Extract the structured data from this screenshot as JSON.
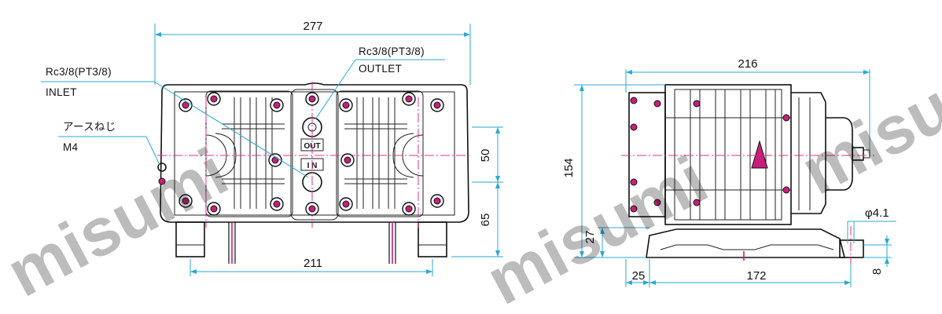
{
  "front_view": {
    "dim_width": "277",
    "dim_outlet_spacing": "50",
    "dim_lower": "65",
    "dim_foot_spacing": "211",
    "outlet_label": "Rc3/8(PT3/8)",
    "outlet_name": "OUTLET",
    "inlet_label": "Rc3/8(PT3/8)",
    "inlet_name": "INLET",
    "ground_screw_label": "アースねじ",
    "ground_screw_size": "M4",
    "port_out_text": "OUT",
    "port_in_text": "I N"
  },
  "side_view": {
    "dim_width": "216",
    "dim_height": "154",
    "dim_base_height": "27",
    "dim_foot_offset": "25",
    "dim_base_length": "172",
    "dim_hole": "φ4.1",
    "dim_foot_thickness": "8"
  },
  "watermark_text": "misumi",
  "colors": {
    "dimension_line": "#29a9d6",
    "center_line": "#e0328c",
    "outline": "#111111",
    "bolt_core": "#c81f7a"
  }
}
